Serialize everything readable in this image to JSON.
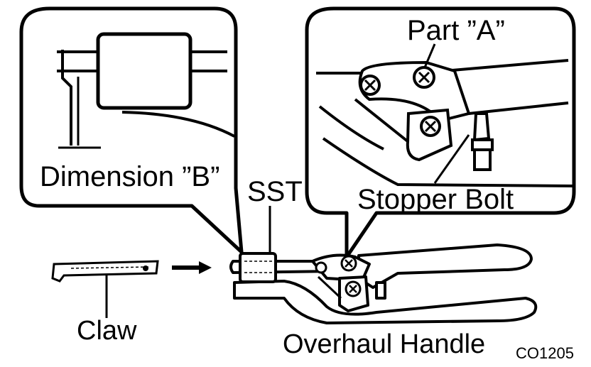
{
  "labels": {
    "dimension_b": "Dimension ”B”",
    "part_a": "Part ”A”",
    "sst": "SST",
    "stopper_bolt": "Stopper Bolt",
    "claw": "Claw",
    "overhaul_handle": "Overhaul Handle",
    "figure_code": "CO1205"
  },
  "colors": {
    "ink": "#000000",
    "paper": "#ffffff"
  }
}
